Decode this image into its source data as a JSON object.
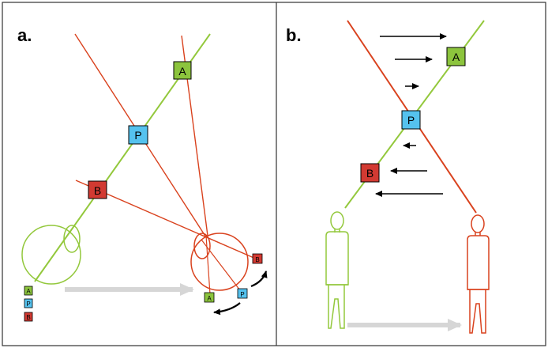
{
  "panels": [
    {
      "label": "a."
    },
    {
      "label": "b."
    }
  ],
  "colors": {
    "green": "#93c83c",
    "red": "#d9421e",
    "box_red": "#d23a32",
    "box_green": "#8cc43d",
    "box_blue": "#55c2ee",
    "gray_arrow": "#d6d6d6",
    "black": "#000000"
  },
  "markers": {
    "a": "A",
    "p": "P",
    "b": "B"
  }
}
